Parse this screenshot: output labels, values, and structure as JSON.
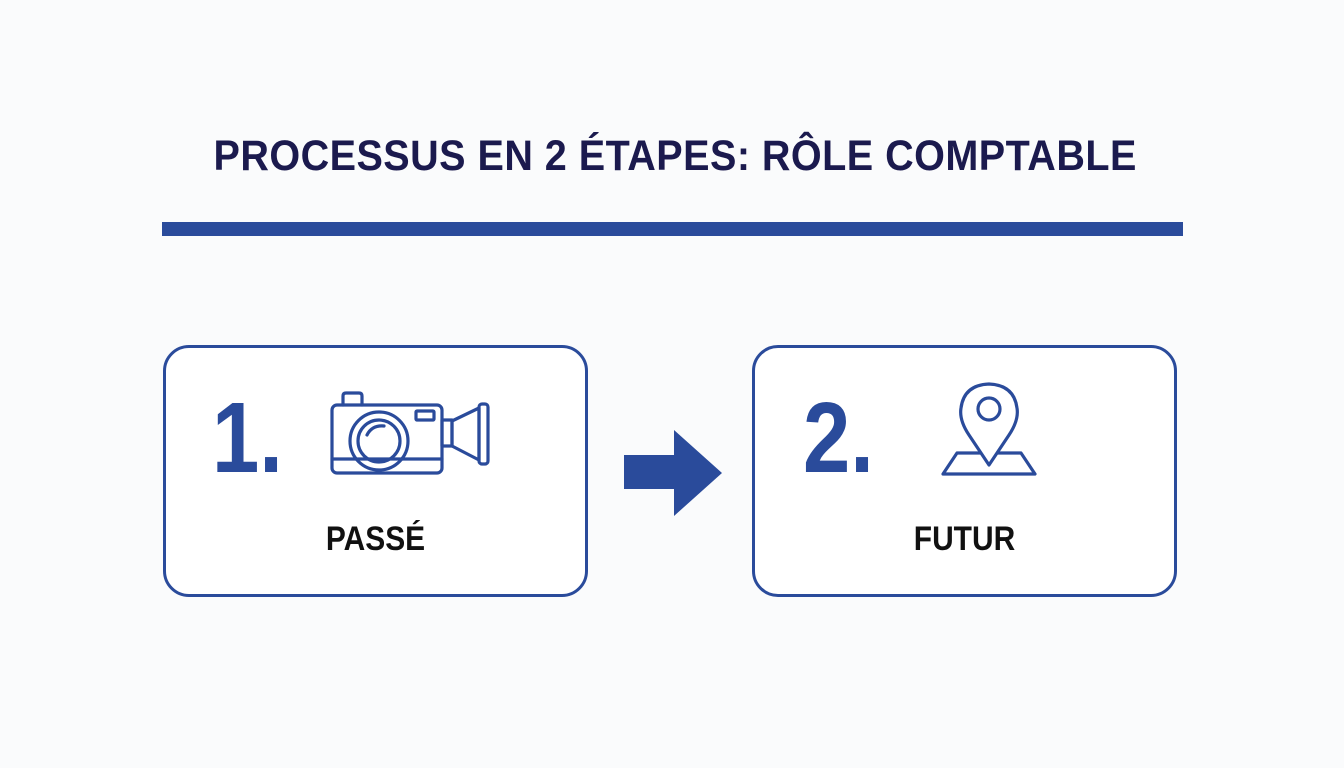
{
  "title": "PROCESSUS EN 2 ÉTAPES: RÔLE COMPTABLE",
  "colors": {
    "accent": "#2a4b9b",
    "title": "#1b1a4e",
    "label": "#111111",
    "background": "#fafbfc"
  },
  "steps": [
    {
      "number": "1.",
      "label": "PASSÉ",
      "icon": "video-camera-icon"
    },
    {
      "number": "2.",
      "label": "FUTUR",
      "icon": "map-pin-icon"
    }
  ],
  "connector": {
    "icon": "right-arrow-icon"
  }
}
